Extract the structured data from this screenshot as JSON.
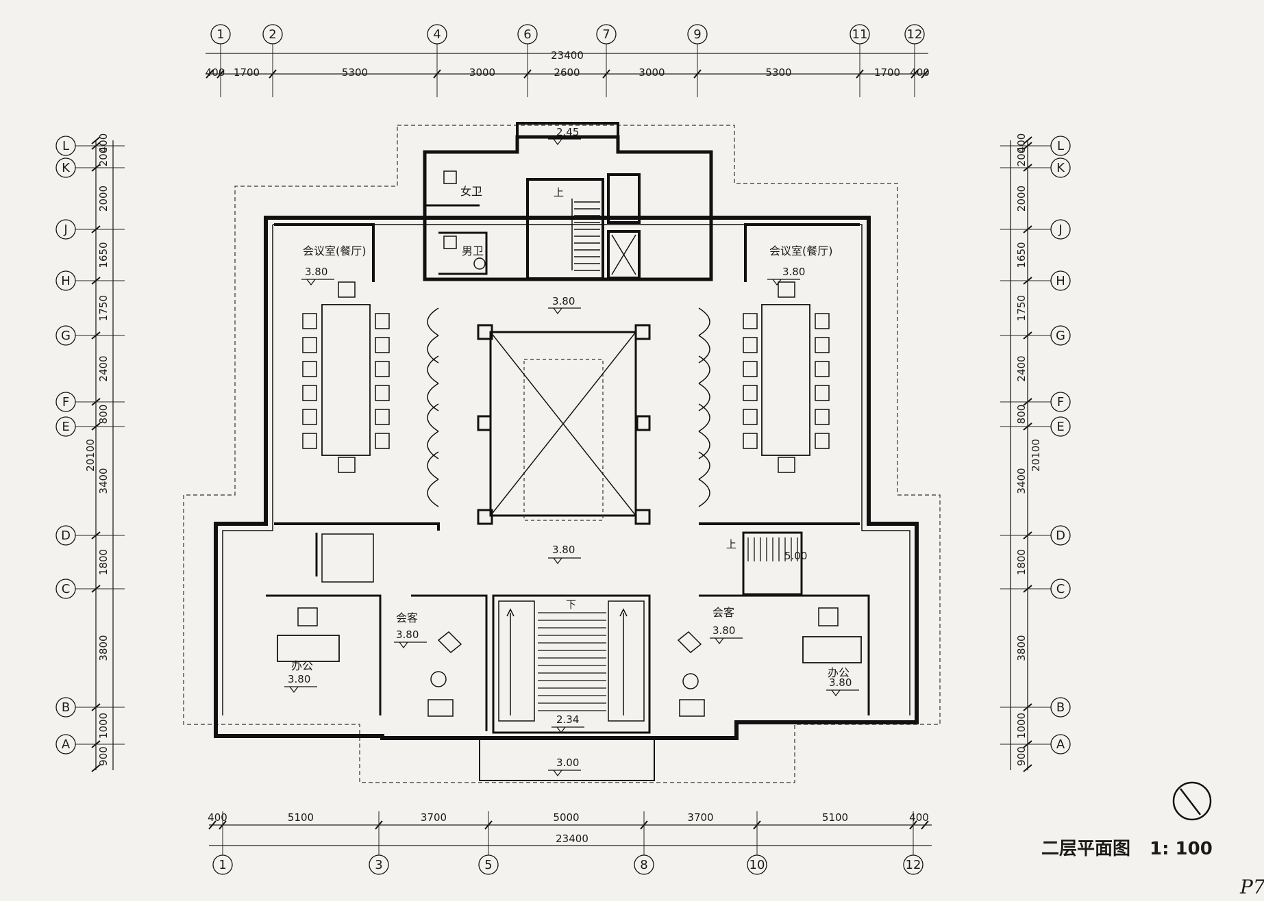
{
  "drawing": {
    "title": "二层平面图",
    "scale": "1: 100",
    "page": "P7"
  },
  "axes_top": [
    "1",
    "2",
    "4",
    "6",
    "7",
    "9",
    "11",
    "12"
  ],
  "axes_bottom": [
    "1",
    "3",
    "5",
    "8",
    "10",
    "12"
  ],
  "axes_left": [
    "L",
    "K",
    "J",
    "H",
    "G",
    "F",
    "E",
    "D",
    "C",
    "B",
    "A"
  ],
  "axes_right": [
    "L",
    "K",
    "J",
    "H",
    "G",
    "F",
    "E",
    "D",
    "C",
    "B",
    "A"
  ],
  "dims_top": {
    "total": "23400",
    "segments": [
      "400",
      "1700",
      "5300",
      "3000",
      "2600",
      "3000",
      "5300",
      "1700",
      "400"
    ]
  },
  "dims_bottom": {
    "total": "23400",
    "segments": [
      "400",
      "5100",
      "3700",
      "5000",
      "3700",
      "5100",
      "400"
    ]
  },
  "dims_left": {
    "total": "20100",
    "segments": [
      "400",
      "200",
      "2000",
      "1650",
      "1750",
      "2400",
      "800",
      "3400",
      "1800",
      "3800",
      "1000",
      "900"
    ]
  },
  "dims_right": {
    "total": "20100",
    "segments": [
      "400",
      "200",
      "2000",
      "1650",
      "1750",
      "2400",
      "800",
      "3400",
      "1800",
      "3800",
      "1000",
      "900"
    ]
  },
  "rooms": {
    "meeting_left": "会议室(餐厅)",
    "meeting_right": "会议室(餐厅)",
    "women_wc": "女卫",
    "men_wc": "男卫",
    "reception_left": "会客",
    "reception_right": "会客",
    "office_left": "办公",
    "office_right": "办公"
  },
  "elevations": {
    "meeting_left": "3.80",
    "meeting_right": "3.80",
    "top_stair": "2.45",
    "hall_north": "3.80",
    "hall_south": "3.80",
    "reception_left": "3.80",
    "reception_right": "3.80",
    "office_left": "3.80",
    "office_right": "3.80",
    "stair_landing": "2.34",
    "entrance": "3.00",
    "stair_right": "5.00"
  },
  "stair_labels": {
    "main_down": "下",
    "right_up": "上",
    "top_up": "上"
  }
}
